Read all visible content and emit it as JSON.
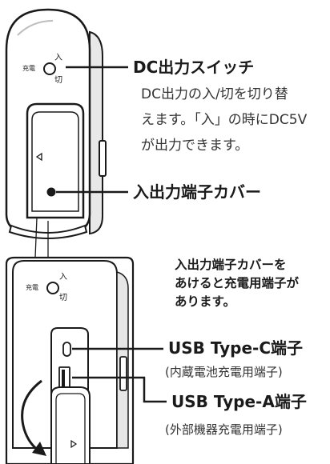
{
  "switch_callout": {
    "title": "DC出力スイッチ",
    "description_lines": [
      "DC出力の入/切を切り替",
      "えます。「入」の時にDC5V",
      "が出力できます。"
    ]
  },
  "cover_callout": {
    "title": "入出力端子カバー"
  },
  "opened_note": {
    "lines": [
      "入出力端子カバーを",
      "あけると充電用端子が",
      "あります。"
    ]
  },
  "usb_c": {
    "title": "USB Type-C端子",
    "subtitle": "(内蔵電池充電用端子)"
  },
  "usb_a": {
    "title": "USB Type-A端子",
    "subtitle": "(外部機器充電用端子)"
  },
  "device_labels": {
    "charge_label": "充電",
    "on_label": "入",
    "off_label": "切"
  },
  "colors": {
    "outline": "#1a1a1a",
    "device_fill": "#ffffff",
    "shade": "#cfcfcf",
    "leader_line": "#1a1a1a"
  },
  "icons": {
    "cover_arrow_top": "left-triangle-icon",
    "cover_arrow_bottom": "right-triangle-icon",
    "cover_dot": "dot-marker-icon",
    "usb_c_port": "usb-c-port-icon",
    "usb_a_port": "usb-a-port-icon",
    "switch_knob": "switch-knob-icon",
    "open_arrow": "curved-arrow-icon"
  }
}
